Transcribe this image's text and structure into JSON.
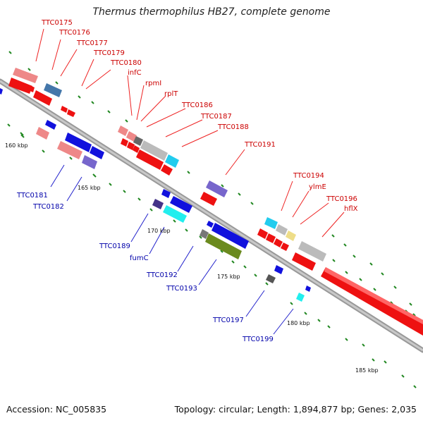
{
  "title": "Thermus thermophilus HB27, complete genome",
  "accession": "Accession: NC_005835",
  "summary": "Topology: circular; Length: 1,894,877 bp; Genes: 2,035",
  "scale_labels": [
    "160 kbp",
    "165 kbp",
    "170 kbp",
    "175 kbp",
    "180 kbp",
    "185 kbp"
  ],
  "forward_genes": [
    "TTC0175",
    "TTC0176",
    "TTC0177",
    "TTC0179",
    "TTC0180",
    "infC",
    "rpmI",
    "rplT",
    "TTC0186",
    "TTC0187",
    "TTC0188",
    "TTC0191",
    "TTC0194",
    "ylmE",
    "TTC0196",
    "hflX"
  ],
  "reverse_genes": [
    "TTC0181",
    "TTC0182",
    "TTC0189",
    "fumC",
    "TTC0192",
    "TTC0193",
    "TTC0197",
    "TTC0199"
  ],
  "colors": {
    "backbone": "#888888",
    "forward_label": "#cc0000",
    "reverse_label": "#0000aa",
    "red": "#ee1111",
    "pink": "#ee8888",
    "blue": "#1111dd",
    "purple": "#7766cc",
    "cyan": "#22ccee",
    "grey": "#bbbbbb",
    "olive": "#6b8a1e",
    "steel": "#4477aa",
    "yellow": "#eedd88",
    "tick": "#228822"
  }
}
